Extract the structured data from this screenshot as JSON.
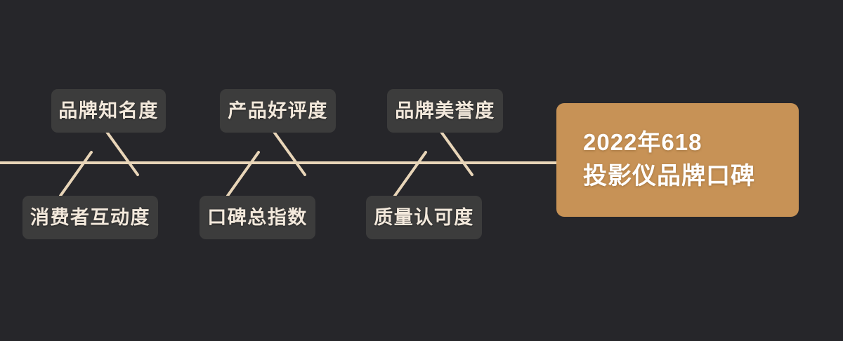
{
  "diagram": {
    "type": "fishbone",
    "background_color": "#26262a",
    "spine_color": "#e8d5b8",
    "box_color": "#3c3c3c",
    "box_text_color": "#f3e9dc",
    "head_color": "#c79256",
    "head_text_color": "#ffffff",
    "head": {
      "line1": "2022年618",
      "line2": "投影仪品牌口碑"
    },
    "branches_top": [
      {
        "label": "品牌知名度"
      },
      {
        "label": "产品好评度"
      },
      {
        "label": "品牌美誉度"
      }
    ],
    "branches_bottom": [
      {
        "label": "消费者互动度"
      },
      {
        "label": "口碑总指数"
      },
      {
        "label": "质量认可度"
      }
    ]
  }
}
